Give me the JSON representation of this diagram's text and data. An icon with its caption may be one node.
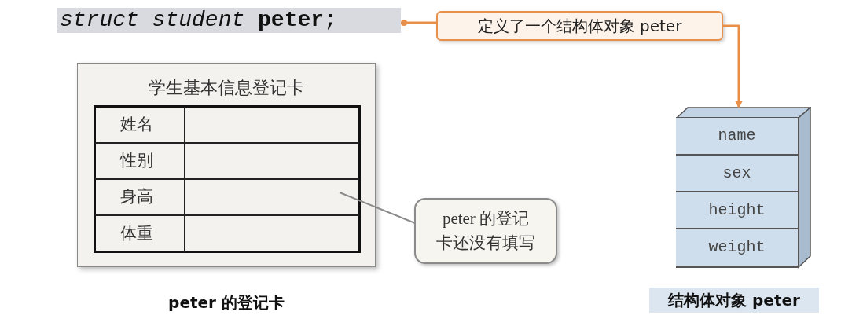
{
  "diagram": {
    "nodes": [
      {
        "text": [
          "*struct student* **peter**;"
        ]
      },
      {
        "text": [
          "定义了一个结构体对象 peter"
        ]
      },
      {
        "text": [
          "学生基本信息登记卡"
        ],
        "beside": [
          "peter 的登记卡"
        ]
      },
      {
        "text": [
          "姓名"
        ],
        "in": 2
      },
      {
        "text": [
          "性别"
        ],
        "in": 2
      },
      {
        "text": [
          "身高"
        ],
        "in": 2
      },
      {
        "text": [
          "体重"
        ],
        "in": 2
      },
      {
        "text": [
          "peter 的登记卡还没有填写"
        ]
      },
      {
        "text": [],
        "shape": "box",
        "beside": [
          "结构体对象 peter"
        ]
      },
      {
        "text": [
          "name"
        ],
        "in": 8
      },
      {
        "text": [
          "sex"
        ],
        "in": 8
      },
      {
        "text": [
          "height"
        ],
        "in": 8
      },
      {
        "text": [
          "weight"
        ],
        "in": 8
      }
    ],
    "edges": [
      {
        "from": 0,
        "to": 1,
        "arrow": "other"
      },
      {
        "from": 1,
        "to": 8,
        "arrow": "to"
      },
      {
        "from": 7,
        "to": 5,
        "arrow": "none",
        "color": "#8a8a8a"
      }
    ]
  }
}
